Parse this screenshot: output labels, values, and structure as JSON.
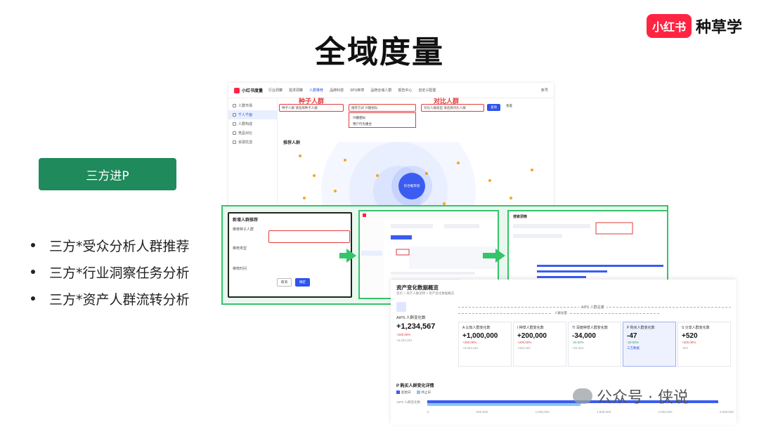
{
  "title": "全域度量",
  "brand": {
    "logo": "小红书",
    "text": "种草学"
  },
  "left": {
    "pill": "三方进P",
    "bullets": [
      "三方*受众分析人群推荐",
      "三方*行业洞察任务分析",
      "三方*资产人群流转分析"
    ]
  },
  "shot1": {
    "app_name": "小红书度量",
    "nav": [
      "行业洞察",
      "需求洞察",
      "人群推荐",
      "品牌科技",
      "SPU种草",
      "品牌全域人群",
      "报告中心",
      "自定义配置"
    ],
    "user": "账号",
    "side": [
      "人群市场",
      "千人千面",
      "人群构成",
      "竞品对比",
      "资源优选"
    ],
    "seed_label": "种子人群",
    "compare_label": "对比人群",
    "filter_seed": "种子人群  请选择种子人群",
    "filter_mode": "推荐方式  兴趣相似",
    "filter_compare": "对比人群类型  请选择对比人群",
    "query": "查询",
    "reset": "重置",
    "dropdown_items": [
      "兴趣相似",
      "用户行为重合"
    ],
    "panel_title": "推荐人群",
    "center_label": "综合推荐组"
  },
  "dialog": {
    "title": "新增人群推荐",
    "rows": [
      "推荐种子人群",
      "推荐类型",
      "推荐时间"
    ],
    "cancel": "取消",
    "ok": "确定"
  },
  "shot3_title": "搜索洞察",
  "asset": {
    "title": "资产变化数据概览",
    "crumb": "首页 > 资产人群流转 > 资产变化数据概览",
    "aips_group": "AIPS 人群总量",
    "ren_group": "人群总量",
    "aips_label": "AIPS 人群变化数",
    "aips_value": "+1,234,567",
    "aips_pct": "+200.00%",
    "aips_sub": "+5,324,321",
    "cards": [
      {
        "label": "A 认知人群变化数",
        "value": "+1,000,000",
        "pct": "+200.00%",
        "sub": "+5,324,321",
        "dir": "up"
      },
      {
        "label": "I 种草人群变化数",
        "value": "+200,000",
        "pct": "+200.00%",
        "sub": "+324,321",
        "dir": "up"
      },
      {
        "label": "TI 深度种草人群变化数",
        "value": "-34,000",
        "pct": "-20.00%",
        "sub": "+24,321",
        "dir": "down"
      },
      {
        "label": "P 购买人群变化数",
        "value": "-47",
        "pct": "-20.00%",
        "sub": "三方数据",
        "dir": "down"
      },
      {
        "label": "S 分享人群变化数",
        "value": "+520",
        "pct": "+200.00%",
        "sub": "-324",
        "dir": "up"
      }
    ],
    "detail_title": "P 购买人群变化详情",
    "legend": [
      "起始日",
      "终止日"
    ],
    "bar_label": "AIPS 人群变化数",
    "axis": [
      "0",
      "500,000",
      "1,000,000",
      "1,500,000",
      "2,000,000",
      "2,500,000"
    ],
    "bar_fraction": 0.95,
    "bar_fraction2": 0.5
  },
  "watermark": "公众号 · 侠说",
  "colors": {
    "green": "#1f8a5b",
    "accent_green": "#35c46a",
    "blue": "#3b5cf0",
    "red": "#e23b3b",
    "brand_red": "#ff2442"
  }
}
